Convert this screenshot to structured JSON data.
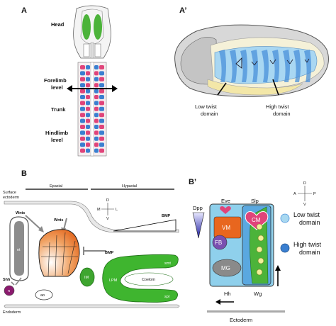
{
  "panel_a": {
    "letter": "A",
    "labels": {
      "head": "Head",
      "forelimb_level_1": "Forelimb",
      "forelimb_level_2": "level",
      "trunk": "Trunk",
      "hindlimb_level_1": "Hindlimb",
      "hindlimb_level_2": "level"
    }
  },
  "panel_a_prime": {
    "letter": "A’",
    "labels": {
      "low_twist_1": "Low twist",
      "low_twist_2": "domain",
      "high_twist_1": "High twist",
      "high_twist_2": "domain"
    }
  },
  "panel_b": {
    "letter": "B",
    "labels": {
      "surface_ectoderm_1": "Surface",
      "surface_ectoderm_2": "ectoderm",
      "epaxial": "Epaxial",
      "hypaxial": "Hypaxial",
      "wnts_left": "Wnts",
      "wnts_right": "Wnts",
      "nt": "nt",
      "shh": "Shh",
      "ao": "ao",
      "endoderm": "Endoderm",
      "bmp_top": "BMP",
      "bmp_mid": "BMP",
      "im": "IM",
      "lpm": "LPM",
      "coelom": "Coelom",
      "smt": "smt",
      "spl": "spl",
      "axis_d": "D",
      "axis_v": "V",
      "axis_m": "M",
      "axis_l": "L"
    }
  },
  "panel_b_prime": {
    "letter": "B’",
    "labels": {
      "dpp": "Dpp",
      "eve": "Eve",
      "slp": "Slp",
      "vm": "VM",
      "cm": "CM",
      "fb": "FB",
      "mg": "MG",
      "hh": "Hh",
      "wg": "Wg",
      "ectoderm": "Ectoderm",
      "axis_a": "A",
      "axis_p": "P",
      "axis_d": "D",
      "axis_v": "V"
    },
    "legend": {
      "low_1": "Low twist",
      "low_2": "domain",
      "high_1": "High twist",
      "high_2": "domain"
    }
  },
  "colors": {
    "green": "#3fb52f",
    "pink": "#e0447a",
    "blue": "#3a7fd0",
    "light_blue": "#a8d8f0",
    "mid_blue": "#4a90d9",
    "orange": "#e8661e",
    "purple": "#8b1a6e",
    "grey": "#8a8a8a"
  }
}
